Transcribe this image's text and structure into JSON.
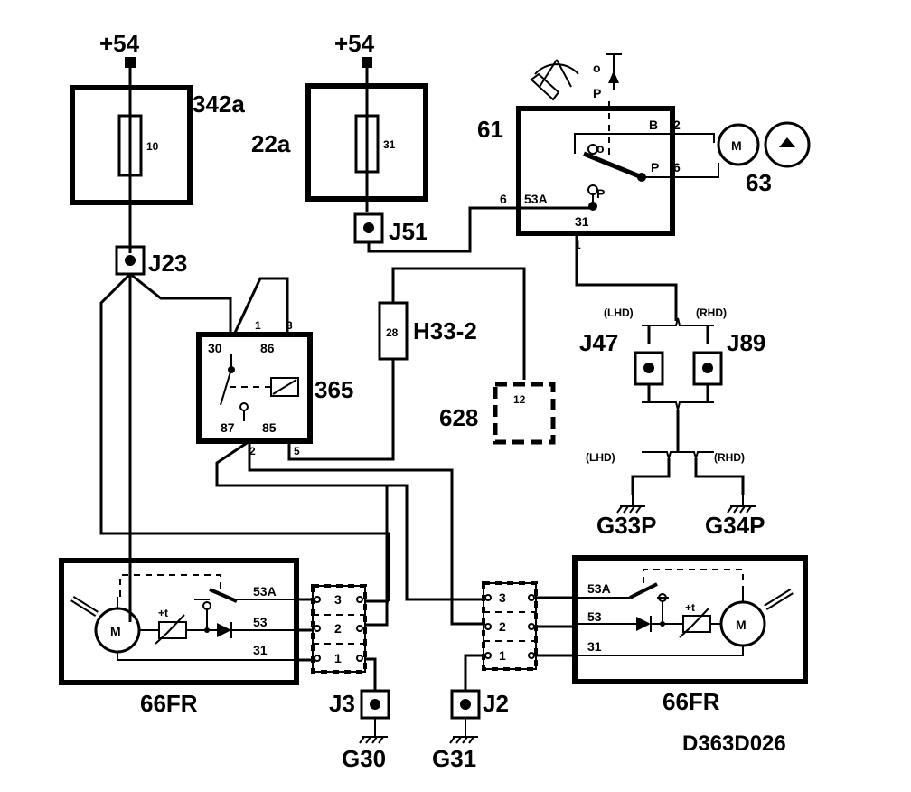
{
  "supply": {
    "left": "+54",
    "right": "+54"
  },
  "fuse_a": {
    "name": "342a",
    "num": "10"
  },
  "fuse_b": {
    "name": "22a",
    "num": "31"
  },
  "connectors": {
    "j51": "J51",
    "j23": "J23",
    "j47": "J47",
    "j89": "J89",
    "j3": "J3",
    "j2": "J2",
    "h33": "H33-2",
    "h33_pin": "28"
  },
  "relay": {
    "name": "365",
    "pins": [
      "30",
      "86",
      "87",
      "85"
    ],
    "wires": [
      "1",
      "3",
      "2",
      "5"
    ]
  },
  "unit_628": {
    "name": "628",
    "pin": "12"
  },
  "switch_61": {
    "name": "61",
    "labels": [
      "B",
      "2",
      "P",
      "6",
      "53A",
      "6",
      "31",
      "1",
      "P",
      "o",
      "P",
      "o"
    ]
  },
  "pump": {
    "name": "63",
    "motor": "M"
  },
  "variants": {
    "lhd": "(LHD)",
    "rhd": "(RHD)"
  },
  "grounds": [
    "G33P",
    "G34P",
    "G30",
    "G31"
  ],
  "wiper_motor": {
    "name": "66FR",
    "motor": "M",
    "thermal": "+t",
    "pins": [
      "53A",
      "53",
      "31"
    ]
  },
  "plug": {
    "pins": [
      "3",
      "2",
      "1"
    ]
  },
  "diagram_id": "D363D026"
}
